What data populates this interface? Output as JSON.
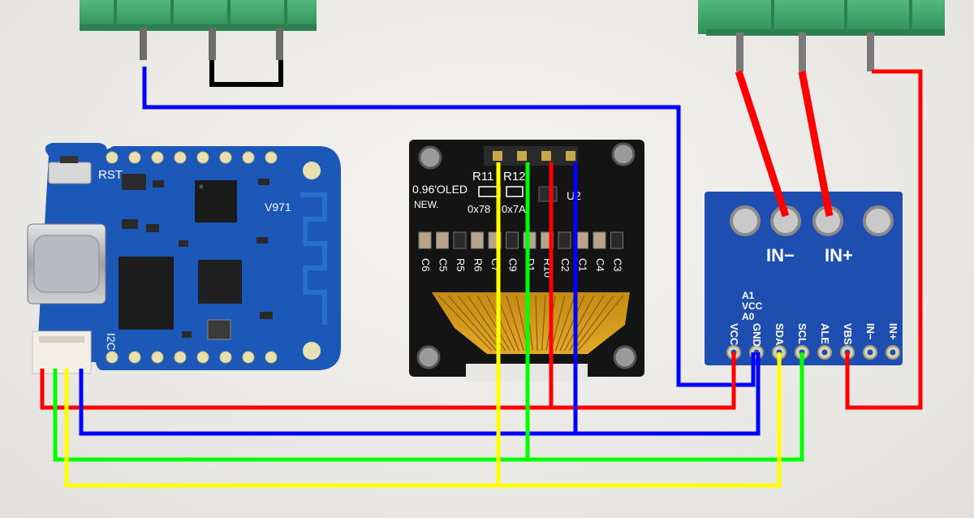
{
  "wemos": {
    "rst_label": "RST",
    "module_label": "V971",
    "i2c_label": "I2C"
  },
  "oled": {
    "size_label": "0.96'OLED",
    "new_label": "NEW.",
    "r11": "R11",
    "r12": "R12",
    "addr1": "0x78",
    "addr2": "0x7A",
    "u2": "U2",
    "caps": [
      "C6",
      "C5",
      "R5",
      "R6",
      "C7",
      "C9",
      "D1",
      "R10",
      "C2",
      "C1",
      "C4",
      "C3"
    ]
  },
  "ina219": {
    "in_minus": "IN−",
    "in_plus": "IN+",
    "a1": "A1",
    "vcc_small": "VCC",
    "a0": "A0",
    "pins": [
      "VCC",
      "GND",
      "SDA",
      "SCL",
      "ALE",
      "VBS",
      "IN−",
      "IN+"
    ]
  },
  "colors": {
    "vcc": "#ff0000",
    "gnd": "#0000ff",
    "sda": "#ffff00",
    "scl": "#00ff00",
    "jumper": "#000000",
    "board_blue": "#1b58b8",
    "oled_pcb": "#141414",
    "terminal_green": "#3ca66a"
  }
}
